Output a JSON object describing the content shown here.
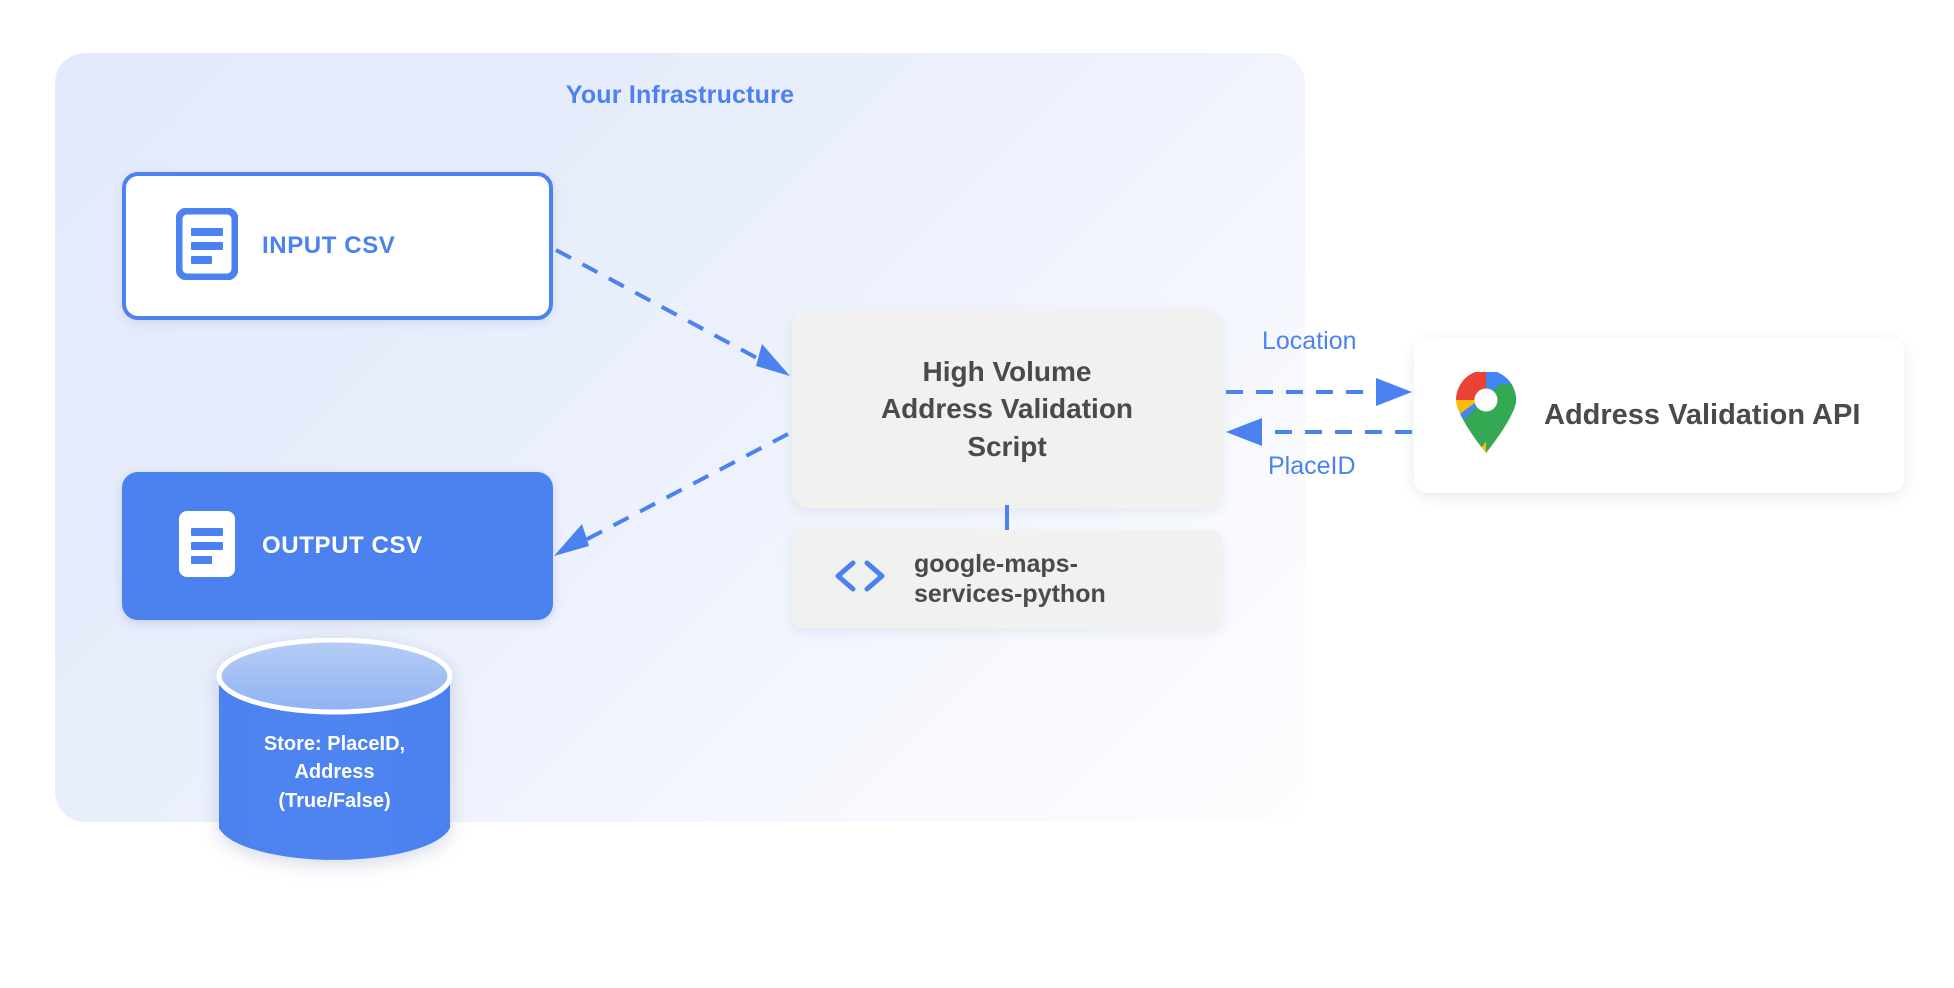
{
  "panel": {
    "title": "Your Infrastructure"
  },
  "nodes": {
    "input_csv": {
      "label": "INPUT CSV",
      "icon": "document-icon"
    },
    "output_csv": {
      "label": "OUTPUT CSV",
      "icon": "document-icon"
    },
    "database": {
      "line1": "Store: PlaceID,",
      "line2": "Address",
      "line3": "(True/False)",
      "icon": "database-cylinder-icon"
    },
    "script": {
      "line1": "High Volume",
      "line2": "Address Validation",
      "line3": "Script"
    },
    "library": {
      "icon": "code-brackets-icon",
      "line1": "google-maps-",
      "line2": "services-python"
    },
    "api": {
      "label": "Address Validation API",
      "icon": "google-maps-pin-icon"
    }
  },
  "edges": {
    "location_label": "Location",
    "placeid_label": "PlaceID"
  },
  "colors": {
    "accent_blue": "#4b82f0",
    "panel_bg": "#e3eafb",
    "box_gray": "#f1f1ef",
    "text_dark": "#4a4a48",
    "pin_blue": "#4285f4",
    "pin_red": "#ea4335",
    "pin_yellow": "#fbbc04",
    "pin_green": "#34a853"
  }
}
